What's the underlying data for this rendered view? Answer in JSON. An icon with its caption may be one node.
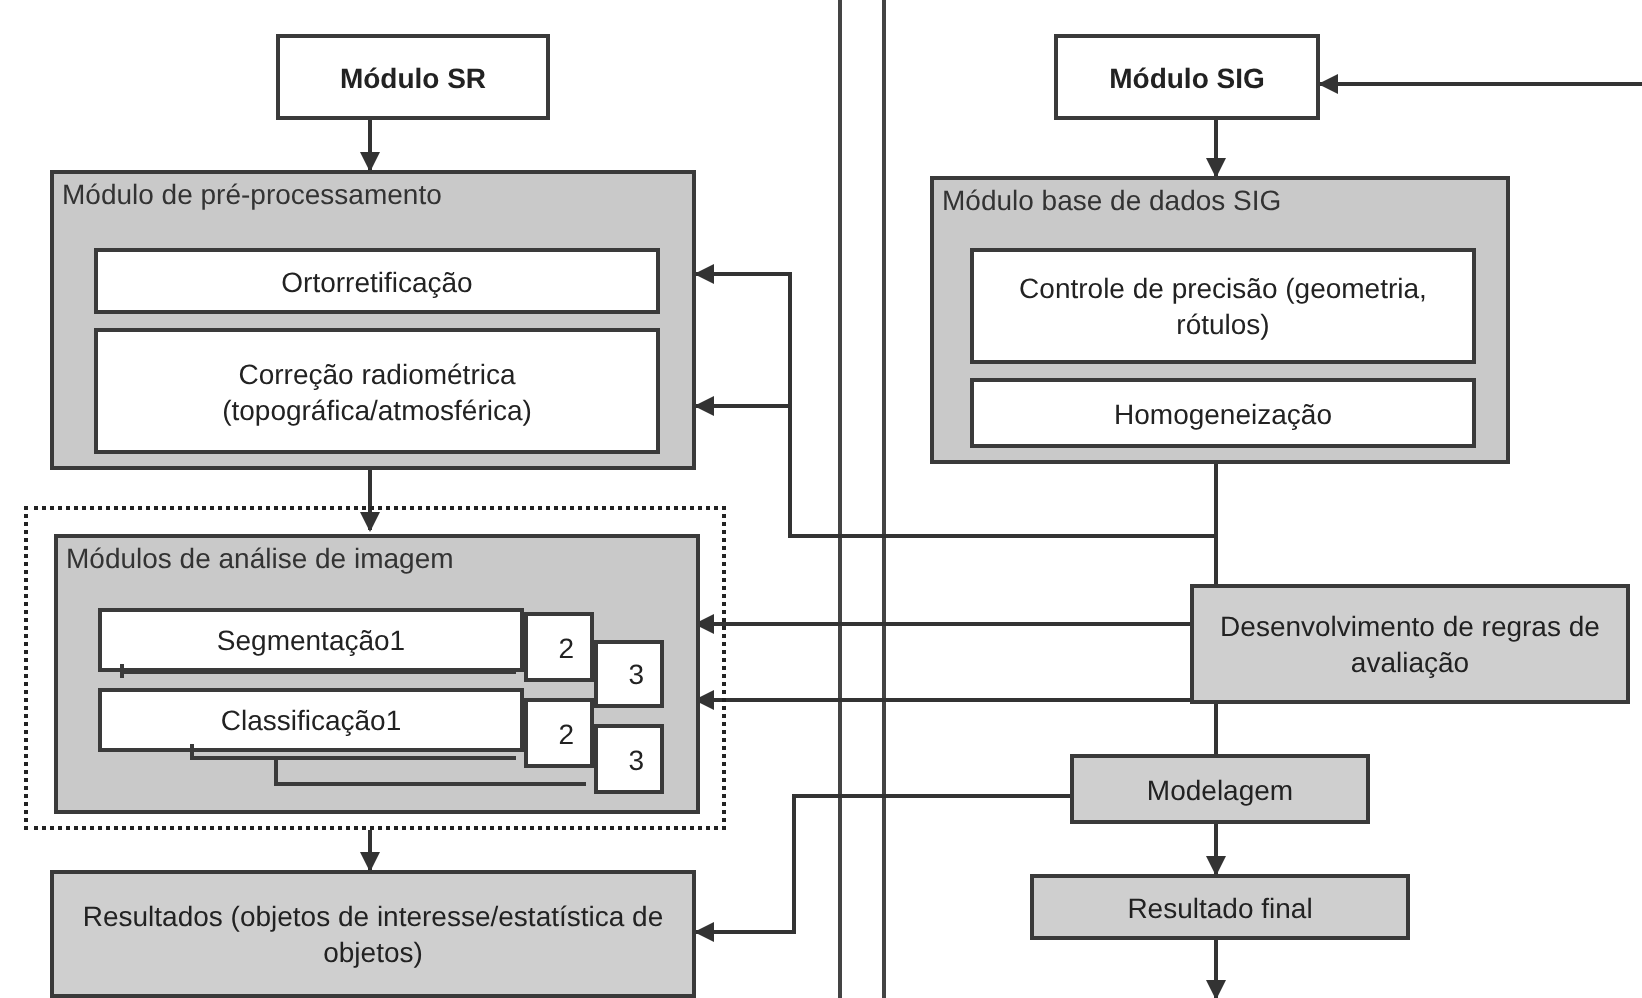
{
  "diagram": {
    "nodes": [
      {
        "text": [
          "Módulo SR"
        ]
      },
      {
        "text": [
          "Módulo de pré-processamento"
        ]
      },
      {
        "text": [
          "Ortorretificação"
        ],
        "in": 1
      },
      {
        "text": [
          "Correção radiométrica (topográfica/atmosférica)"
        ],
        "in": 1
      },
      {
        "text": [
          "Módulo SIG"
        ]
      },
      {
        "text": [
          "Módulo base de dados SIG"
        ]
      },
      {
        "text": [
          "Controle de precisão (geometria, rótulos)"
        ],
        "in": 5
      },
      {
        "text": [
          "Homogeneização"
        ],
        "in": 5
      },
      {
        "text": [],
        "shape": "box"
      },
      {
        "text": [
          "Módulos de análise de imagem"
        ],
        "in": 8
      },
      {
        "text": [
          "3"
        ],
        "in": 9
      },
      {
        "text": [
          "2"
        ],
        "in": 9
      },
      {
        "text": [
          "Segmentação1"
        ],
        "in": 9
      },
      {
        "text": [
          "3"
        ],
        "in": 9
      },
      {
        "text": [
          "2"
        ],
        "in": 9
      },
      {
        "text": [
          "Classificação1"
        ],
        "in": 9
      },
      {
        "text": [
          "Resultados (objetos de interesse/estatística de objetos)"
        ]
      },
      {
        "text": [
          "Desenvolvimento de regras de avaliação"
        ]
      },
      {
        "text": [
          "Modelagem"
        ]
      },
      {
        "text": [
          "Resultado final"
        ]
      }
    ],
    "edges": [
      {
        "from": 0,
        "to": 1,
        "arrow": "to"
      },
      {
        "from": null,
        "to": 4,
        "arrow": "to"
      },
      {
        "from": 4,
        "to": 5,
        "arrow": "to"
      },
      {
        "from": 1,
        "to": 9,
        "arrow": "to"
      },
      {
        "from": 8,
        "to": 16,
        "arrow": "to"
      },
      {
        "from": 5,
        "to": 1,
        "arrow": "to"
      },
      {
        "from": 5,
        "to": 1,
        "arrow": "to"
      },
      {
        "from": 5,
        "to": 17,
        "arrow": "none"
      },
      {
        "from": 17,
        "to": 9,
        "arrow": "to"
      },
      {
        "from": 17,
        "to": 9,
        "arrow": "to"
      },
      {
        "from": 17,
        "to": 18,
        "arrow": "none"
      },
      {
        "from": 18,
        "to": 19,
        "arrow": "to"
      },
      {
        "from": 19,
        "to": null,
        "arrow": "to"
      },
      {
        "from": 18,
        "to": 16,
        "arrow": "to"
      }
    ]
  }
}
